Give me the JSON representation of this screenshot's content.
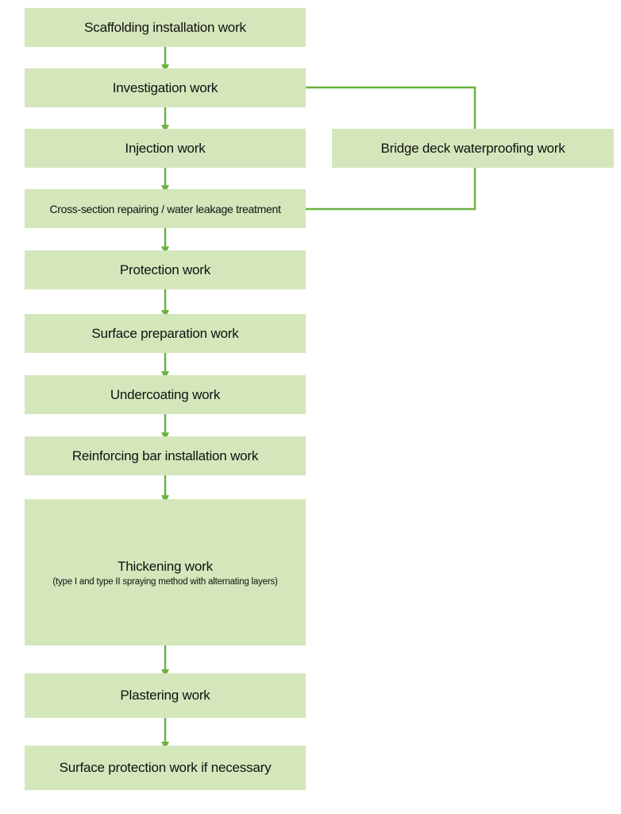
{
  "colors": {
    "box_fill": "#d4e7bb",
    "connector": "#6bb33f"
  },
  "steps": [
    {
      "label": "Scaffolding installation work"
    },
    {
      "label": "Investigation work"
    },
    {
      "label": "Injection work"
    },
    {
      "label": "Cross-section repairing / water leakage treatment"
    },
    {
      "label": "Protection work"
    },
    {
      "label": "Surface preparation work"
    },
    {
      "label": "Undercoating work"
    },
    {
      "label": "Reinforcing bar installation work"
    },
    {
      "label": "Thickening work",
      "sublabel": "(type I and type II spraying method with alternating layers)"
    },
    {
      "label": "Plastering work"
    },
    {
      "label": "Surface protection work if necessary"
    }
  ],
  "side_step": {
    "label": "Bridge deck waterproofing work"
  }
}
